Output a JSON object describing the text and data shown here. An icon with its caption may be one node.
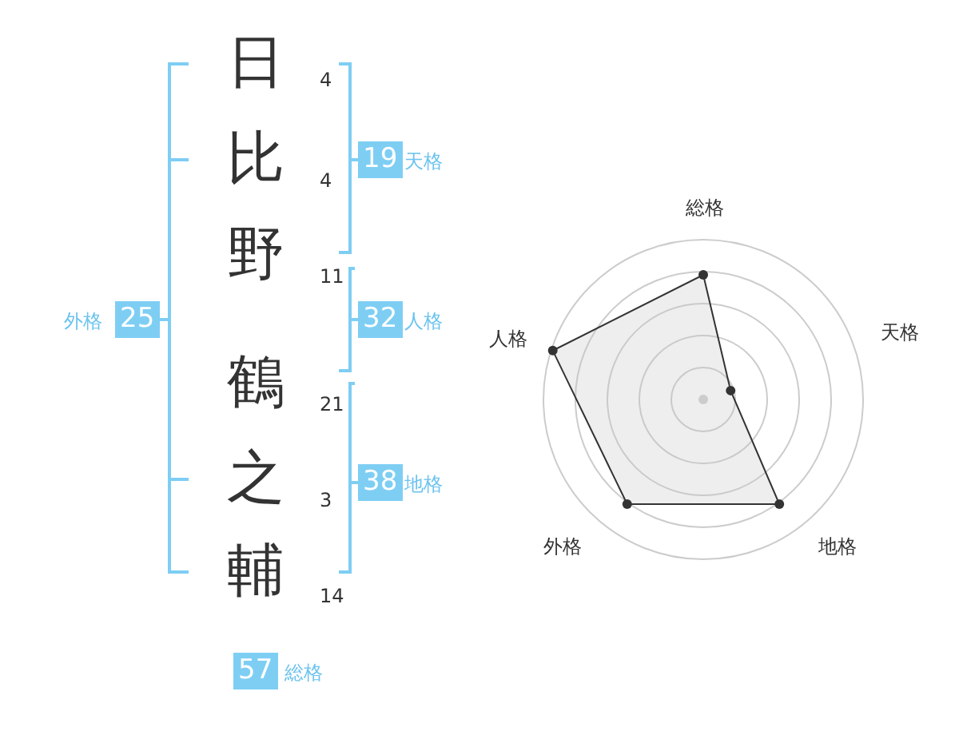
{
  "diagram": {
    "labels": [
      "日",
      "4",
      "比",
      "4",
      "19",
      "天格",
      "野",
      "11",
      "32",
      "人格",
      "外格",
      "25",
      "鶴",
      "21",
      "之",
      "3",
      "38",
      "地格",
      "輔",
      "14",
      "57",
      "総格",
      "総格",
      "天格",
      "人格",
      "地格",
      "外格"
    ]
  }
}
